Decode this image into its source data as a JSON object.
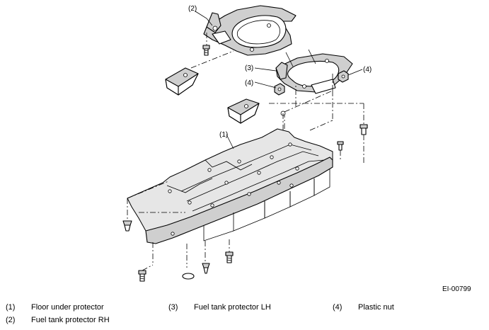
{
  "figure_id": "EI-00799",
  "callouts": {
    "c1": "(1)",
    "c2": "(2)",
    "c3": "(3)",
    "c4a": "(4)",
    "c4b": "(4)"
  },
  "legend": [
    {
      "num": "(1)",
      "label": "Floor under protector"
    },
    {
      "num": "(2)",
      "label": "Fuel tank protector RH"
    },
    {
      "num": "(3)",
      "label": "Fuel tank protector LH"
    },
    {
      "num": "(4)",
      "label": "Plastic nut"
    }
  ]
}
